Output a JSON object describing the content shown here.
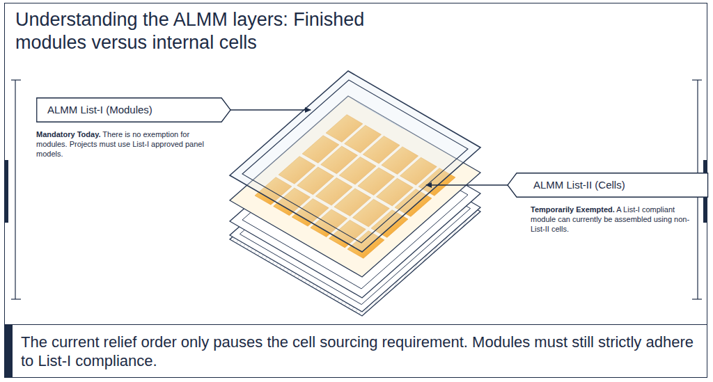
{
  "diagram": {
    "title": "Understanding the ALMM layers: Finished modules versus internal cells",
    "caption": "The current relief order only pauses the cell sourcing requirement. Modules must still strictly adhere to List-I compliance.",
    "nodes": [
      {
        "text": [
          "ALMM List-I (Modules)",
          "Mandatory Today.",
          "There is no exemption for modules. Projects must use List-I approved panel models."
        ]
      },
      {
        "text": [
          "ALMM List-II (Cells)",
          "Temporarily Exempted.",
          "A List-I compliant module can currently be assembled using non-List-II cells."
        ]
      }
    ]
  }
}
